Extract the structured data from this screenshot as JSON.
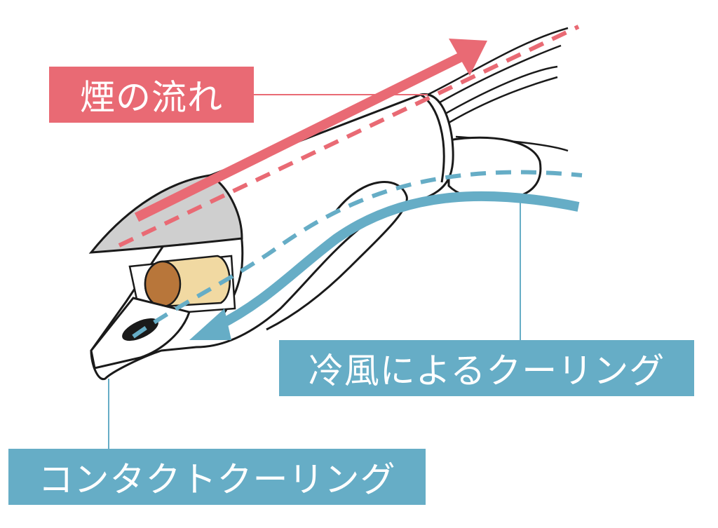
{
  "labels": {
    "smoke_flow": "煙の流れ",
    "air_cooling": "冷風によるクーリング",
    "contact_cooling": "コンタクトクーリング"
  },
  "colors": {
    "smoke": "#e96a74",
    "cooling": "#66adc6",
    "outline": "#1a1a1a",
    "cap": "#cfcfcf",
    "tobacco": "#c0804a"
  }
}
